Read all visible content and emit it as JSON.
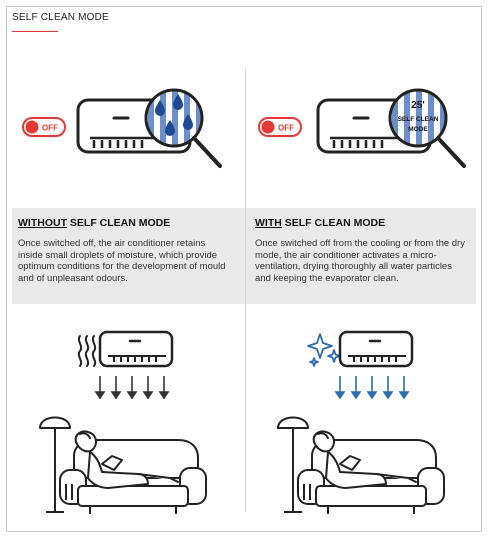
{
  "header": {
    "title": "SELF CLEAN MODE"
  },
  "left": {
    "off_label": "OFF",
    "title_em": "WITHOUT",
    "title_rest": " SELF CLEAN MODE",
    "body": "Once switched off, the air conditioner retains inside small droplets of moisture, which provide optimum conditions for the development of mould and of unpleasant odours."
  },
  "right": {
    "off_label": "OFF",
    "lens_temp": "25'",
    "lens_line1": "SELF CLEAN",
    "lens_line2": "MODE",
    "title_em": "WITH",
    "title_rest": " SELF CLEAN MODE",
    "body": "Once switched off from the cooling or from the dry mode, the air conditioner activates a micro-ventilation,  drying thoroughly all water particles and keeping the evaporator clean."
  },
  "colors": {
    "accent_red": "#e53935",
    "water_blue": "#1e4b8f",
    "stripe_blue": "#6d8fc7",
    "airflow_blue": "#2b6cb0",
    "ink": "#222222"
  },
  "icons": [
    "toggle-off-icon",
    "air-conditioner-icon",
    "magnifier-icon",
    "water-drop-icon",
    "heat-wave-icon",
    "sparkle-icon",
    "arrow-down-icon",
    "lamp-icon",
    "armchair-icon",
    "person-reading-icon"
  ]
}
